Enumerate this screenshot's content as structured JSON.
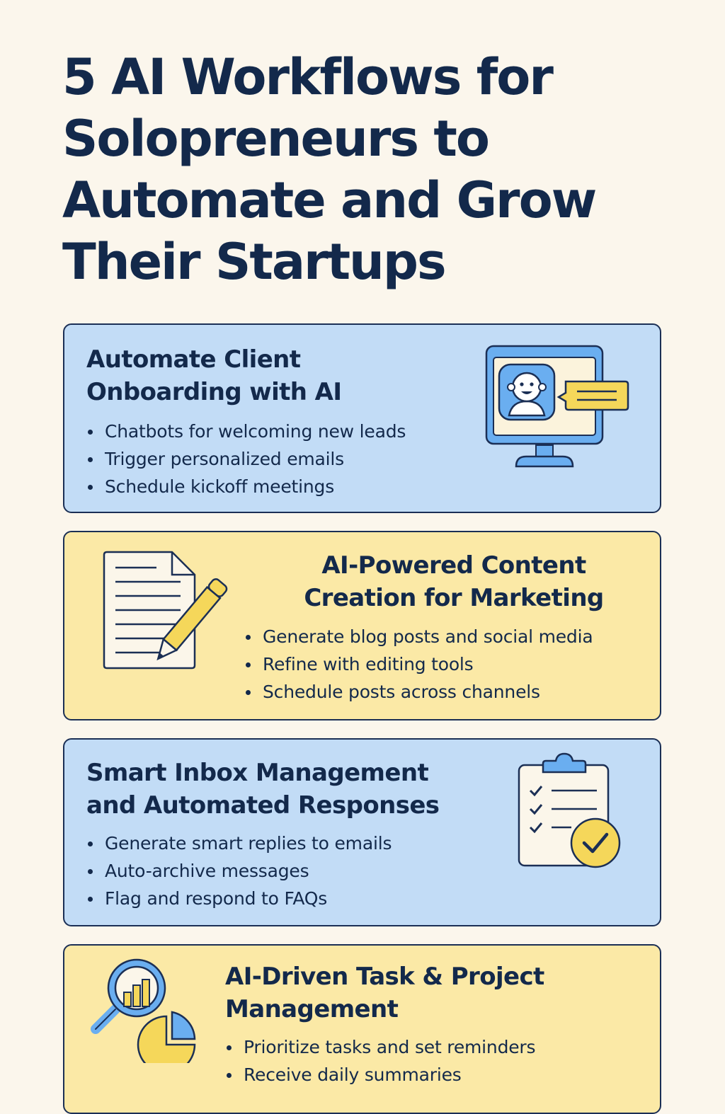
{
  "title": "5 AI Workflows for Solopreneurs to Automate and Grow Their Startups",
  "workflows": [
    {
      "title": "Automate Client Onboarding with AI",
      "bullets": [
        "Chatbots for welcoming new leads",
        "Trigger personalized emails",
        "Schedule kickoff meetings"
      ],
      "icon": "computer-chatbot-icon"
    },
    {
      "title": "AI-Powered Content Creation for Marketing",
      "bullets": [
        "Generate blog posts and social media",
        "Refine with editing tools",
        "Schedule posts across channels"
      ],
      "icon": "document-pencil-icon"
    },
    {
      "title": "Smart Inbox Management and Automated Responses",
      "bullets": [
        "Generate smart replies to emails",
        "Auto-archive messages",
        "Flag and respond to FAQs"
      ],
      "icon": "clipboard-checklist-icon"
    },
    {
      "title": "AI-Driven Task & Project Management",
      "bullets": [
        "Prioritize tasks and set reminders",
        "Receive daily summaries"
      ],
      "icon": "analytics-magnifier-icon"
    }
  ],
  "colors": {
    "background": "#fbf6ec",
    "navy": "#13294b",
    "card_blue": "#c2dcf6",
    "card_yellow": "#fbe9a6",
    "accent_blue": "#6aaef0",
    "accent_yellow": "#f5d75a"
  }
}
